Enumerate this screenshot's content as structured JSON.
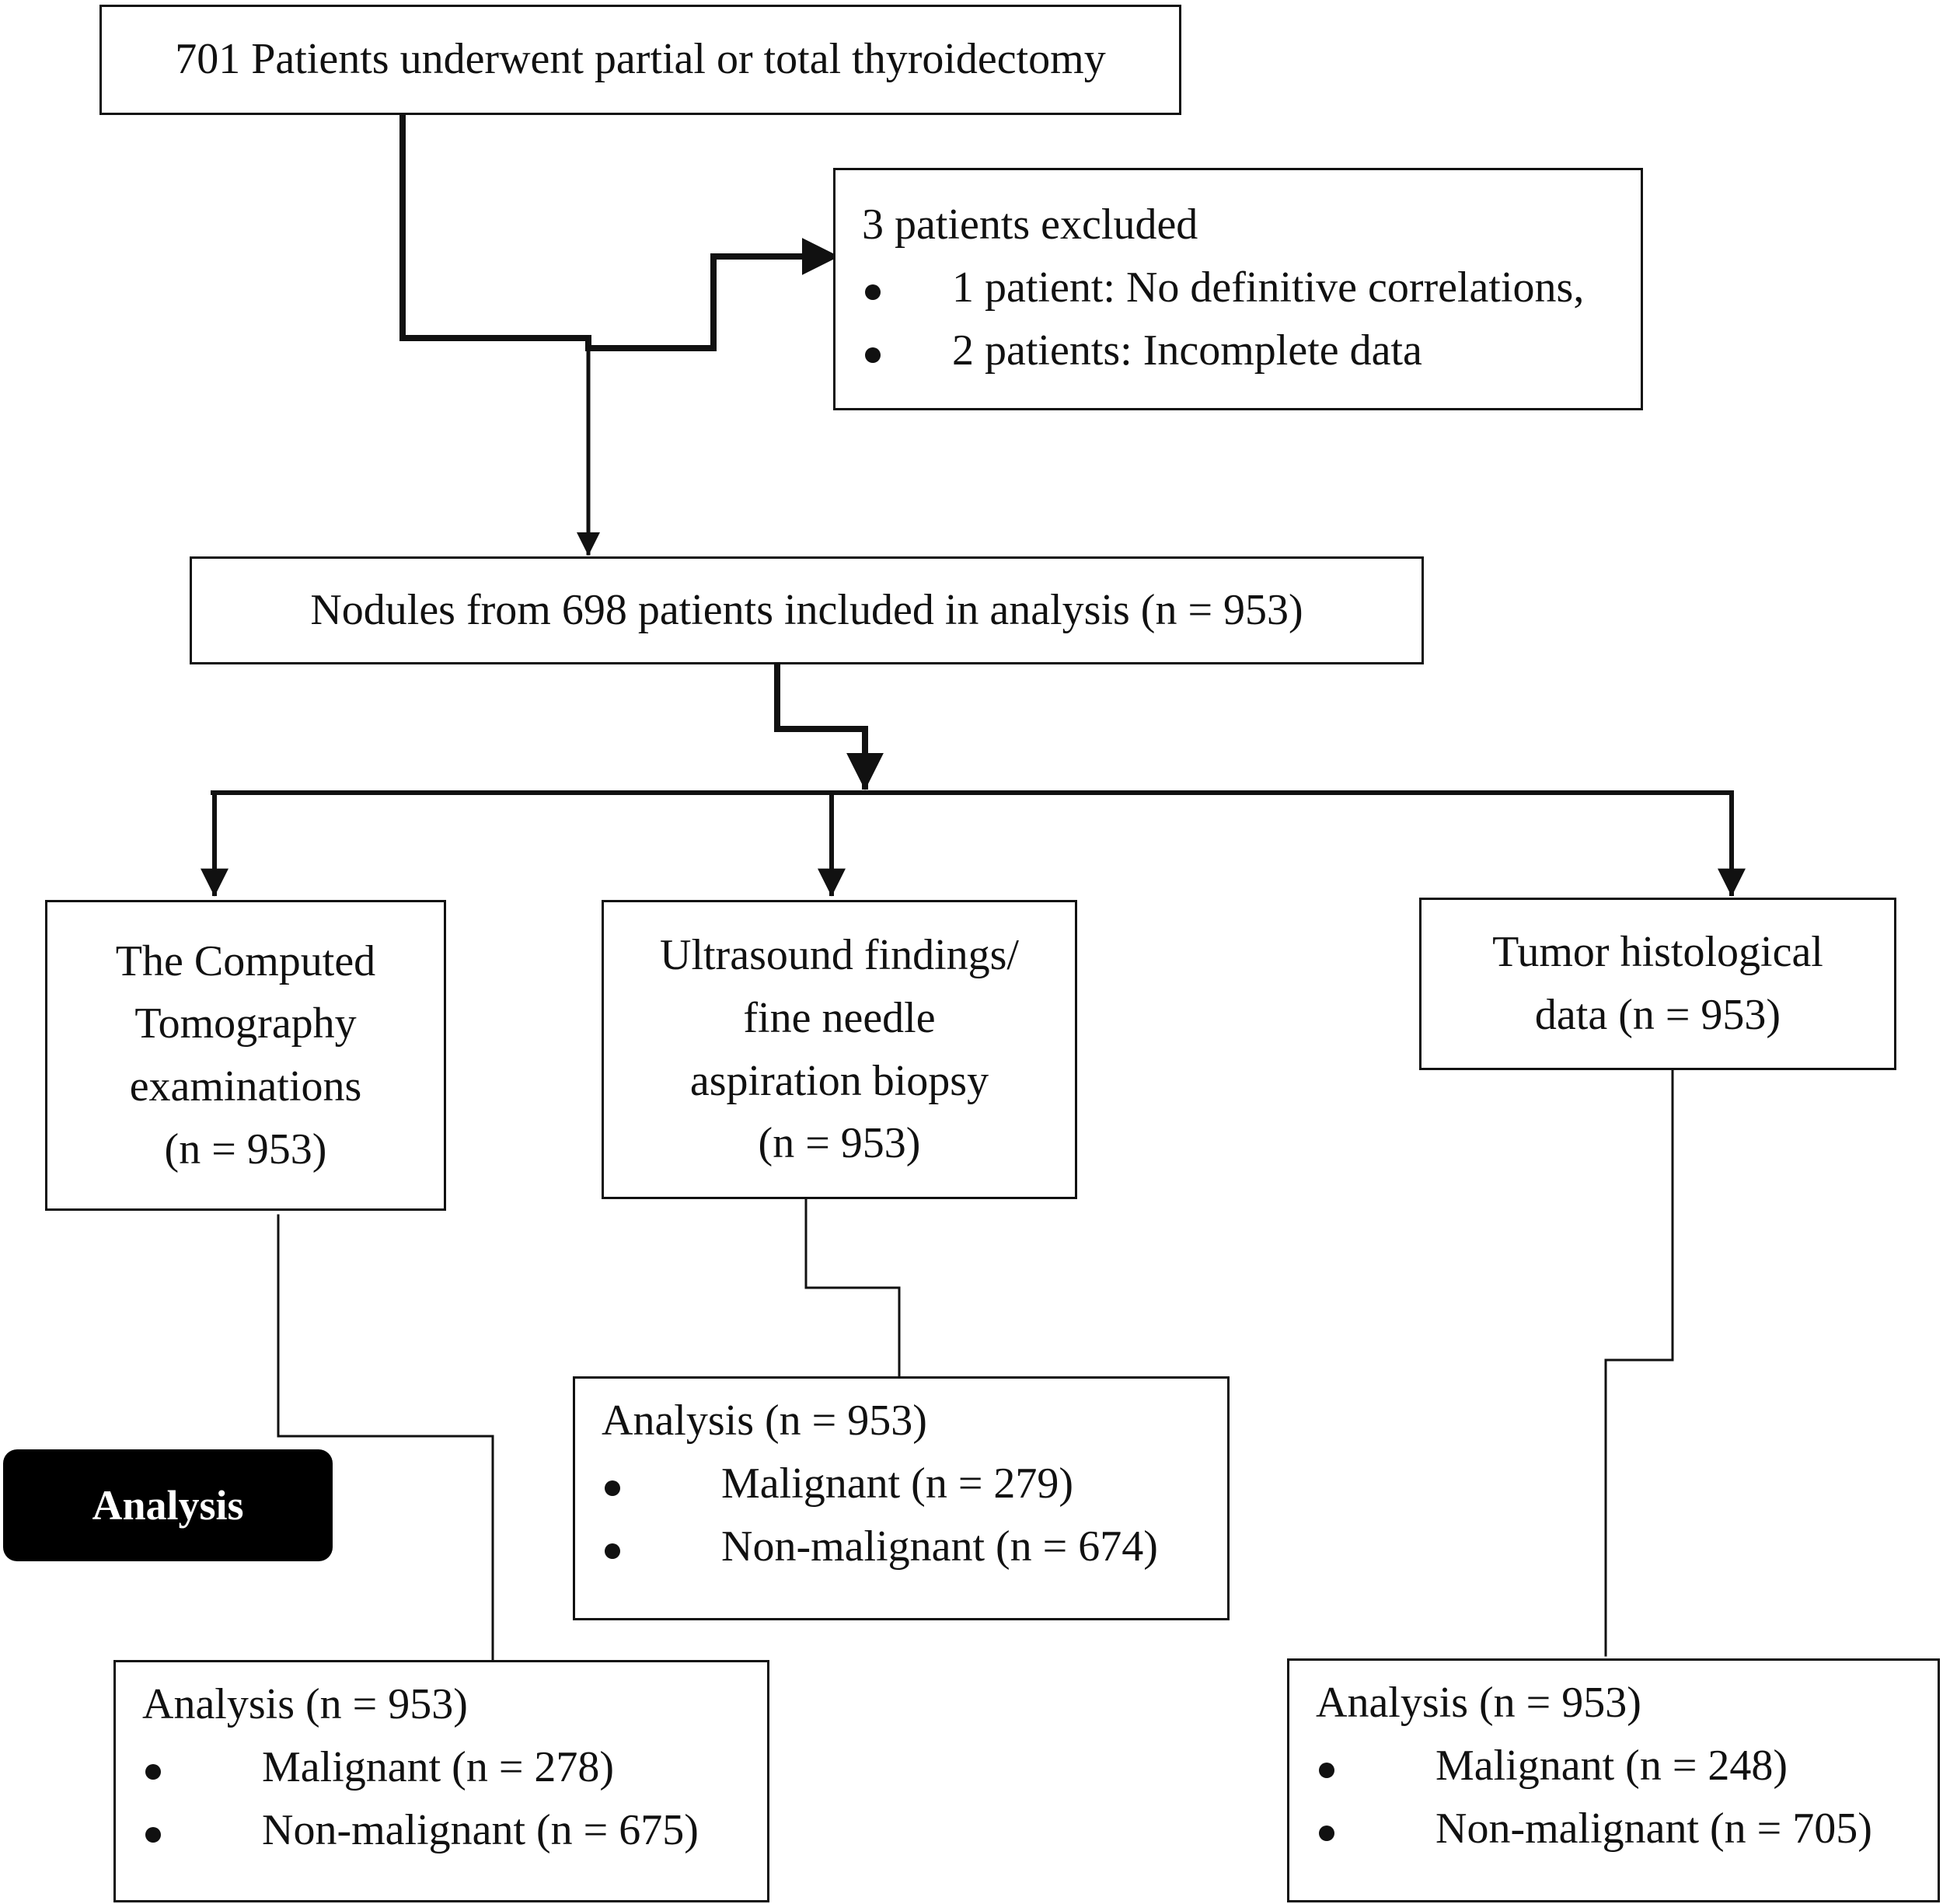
{
  "colors": {
    "line": "#111111",
    "tag_bg": "#000000",
    "tag_text": "#ffffff"
  },
  "top_box": {
    "text": "701 Patients underwent partial or total thyroidectomy"
  },
  "excluded_box": {
    "title": "3 patients excluded",
    "items": [
      "1 patient: No definitive correlations,",
      "2 patients: Incomplete data"
    ]
  },
  "included_box": {
    "text": "Nodules from 698 patients included in analysis (n = 953)"
  },
  "ct_box": {
    "lines": [
      "The Computed",
      "Tomography",
      "examinations",
      "(n = 953)"
    ]
  },
  "us_box": {
    "lines": [
      "Ultrasound findings/",
      "fine needle",
      "aspiration biopsy",
      "(n = 953)"
    ]
  },
  "histo_box": {
    "lines": [
      "Tumor histological",
      "data (n = 953)"
    ]
  },
  "ct_analysis": {
    "title": "Analysis (n = 953)",
    "items": [
      "Malignant (n = 278)",
      "Non-malignant (n = 675)"
    ]
  },
  "us_analysis": {
    "title": "Analysis (n = 953)",
    "items": [
      "Malignant (n = 279)",
      "Non-malignant (n = 674)"
    ]
  },
  "histo_analysis": {
    "title": "Analysis (n = 953)",
    "items": [
      "Malignant (n = 248)",
      "Non-malignant (n = 705)"
    ]
  },
  "analysis_tag": {
    "label": "Analysis"
  }
}
